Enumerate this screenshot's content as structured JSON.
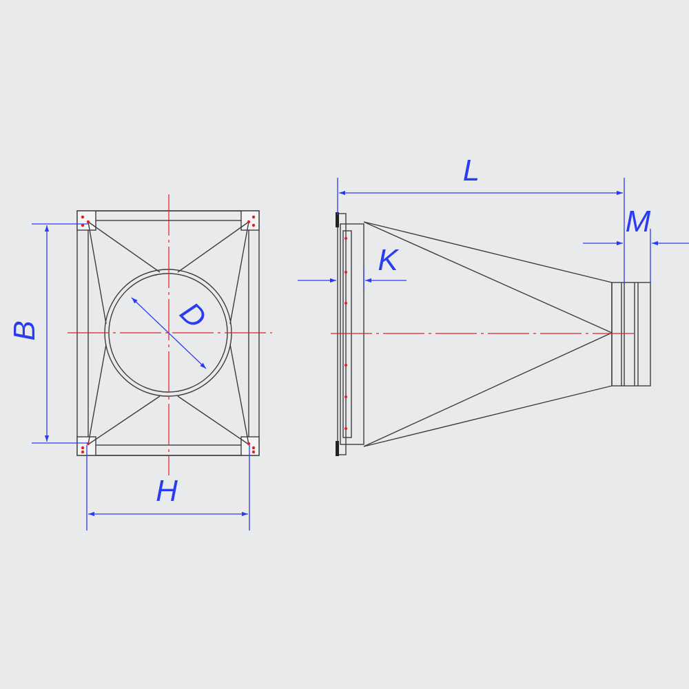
{
  "labels": {
    "height_side": "B",
    "width_bottom": "H",
    "diameter": "D",
    "length": "L",
    "flange": "K",
    "nipple": "M"
  },
  "colors": {
    "background": "#e8eaec",
    "outline": "#3c3c3c",
    "dimension": "#2a3cf0",
    "centerline": "#e02020"
  }
}
